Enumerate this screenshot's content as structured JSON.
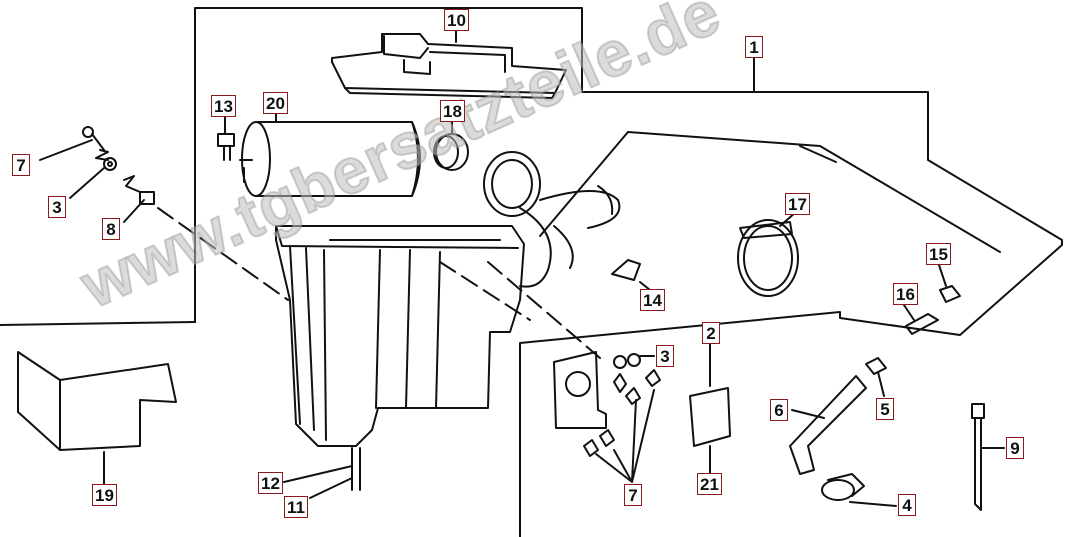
{
  "watermark": "www.tgbersatzteile.de",
  "callouts": {
    "c1": "1",
    "c2": "2",
    "c3a": "3",
    "c3b": "3",
    "c4": "4",
    "c5": "5",
    "c6": "6",
    "c7a": "7",
    "c7b": "7",
    "c8": "8",
    "c9": "9",
    "c10": "10",
    "c11": "11",
    "c12": "12",
    "c13": "13",
    "c14": "14",
    "c15": "15",
    "c16": "16",
    "c17": "17",
    "c18": "18",
    "c19": "19",
    "c20": "20",
    "c21": "21"
  },
  "colors": {
    "label_border": "#8b1a1a",
    "line": "#111111",
    "watermark": "#bebebe"
  }
}
